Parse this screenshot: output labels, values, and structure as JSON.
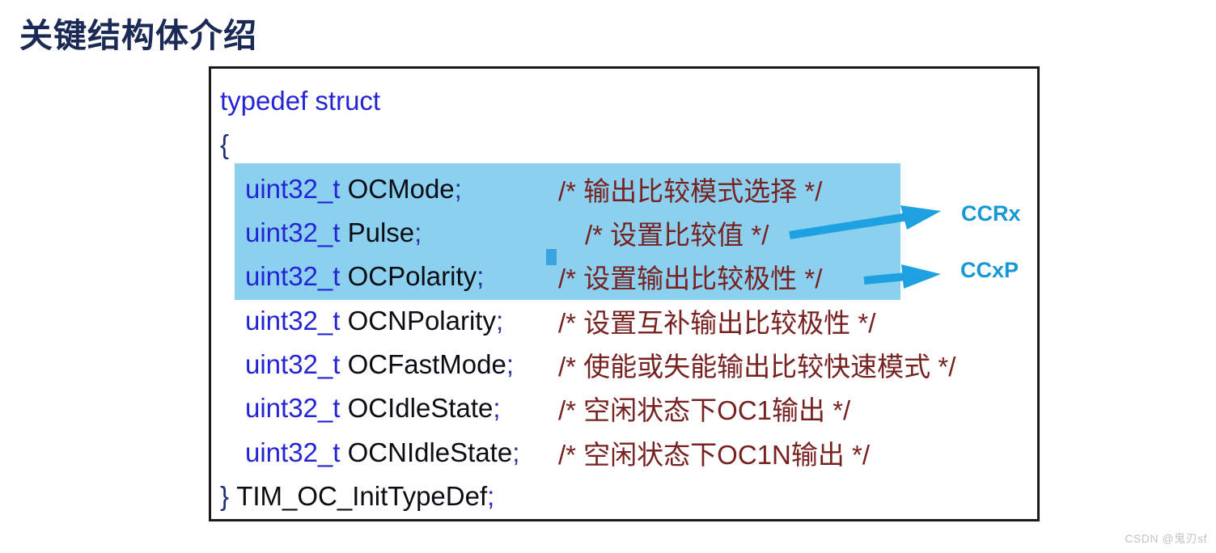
{
  "page": {
    "title": "关键结构体介绍",
    "watermark": "CSDN @鬼刃sf"
  },
  "code": {
    "header": "typedef struct",
    "open_brace": "{",
    "members": [
      {
        "type": "uint32_t",
        "name": "OCMode",
        "semicolon": ";",
        "comment": "/* 输出比较模式选择 */",
        "highlighted": true
      },
      {
        "type": "uint32_t",
        "name": "Pulse",
        "semicolon": ";",
        "comment": "/* 设置比较值 */",
        "highlighted": true
      },
      {
        "type": "uint32_t",
        "name": "OCPolarity",
        "semicolon": ";",
        "comment": "/* 设置输出比较极性 */",
        "highlighted": true
      },
      {
        "type": "uint32_t",
        "name": "OCNPolarity",
        "semicolon": ";",
        "comment": "/* 设置互补输出比较极性 */",
        "highlighted": false
      },
      {
        "type": "uint32_t",
        "name": "OCFastMode",
        "semicolon": ";",
        "comment": "/* 使能或失能输出比较快速模式 */",
        "highlighted": false
      },
      {
        "type": "uint32_t",
        "name": "OCIdleState",
        "semicolon": ";",
        "comment": "/* 空闲状态下OC1输出 */",
        "highlighted": false
      },
      {
        "type": "uint32_t",
        "name": "OCNIdleState",
        "semicolon": ";",
        "comment": "/* 空闲状态下OC1N输出 */",
        "highlighted": false
      }
    ],
    "footer": {
      "close_brace": "}",
      "typedef_name": "TIM_OC_InitTypeDef",
      "semicolon": ";"
    }
  },
  "annotations": {
    "labels": [
      {
        "text": "CCRx"
      },
      {
        "text": "CCxP"
      }
    ],
    "arrow_color": "#1da1e0",
    "label_color": "#1697d6",
    "highlight_color": "#8bd1ef"
  }
}
